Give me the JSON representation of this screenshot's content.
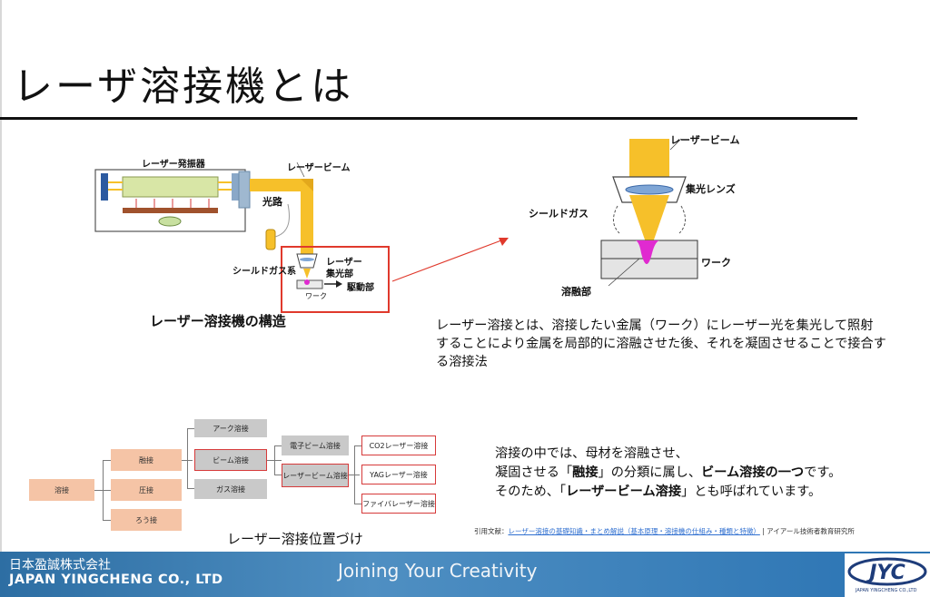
{
  "slide": {
    "title": "レーザ溶接機とは"
  },
  "structure_diagram": {
    "oscillator_label": "レーザー発振器",
    "beam_label": "レーザービーム",
    "optical_path_label": "光路",
    "gas_system_label": "シールドガス系",
    "focus_label_line1": "レーザー",
    "focus_label_line2": "集光部",
    "drive_label": "駆動部",
    "work_label": "ワーク",
    "caption": "レーザー溶接機の構造"
  },
  "focus_diagram": {
    "beam_label": "レーザービーム",
    "lens_label": "集光レンズ",
    "gas_label": "シールドガス",
    "work_label": "ワーク",
    "melt_label": "溶融部"
  },
  "description": {
    "line1": "レーザー溶接とは、溶接したい金属（ワーク）にレーザー光を集光して照射",
    "line2": "することにより金属を局部的に溶融させた後、それを凝固させることで接合す",
    "line3": "る溶接法"
  },
  "classification": {
    "root": "溶接",
    "level1": [
      "融接",
      "圧接",
      "ろう接"
    ],
    "level2": [
      "アーク溶接",
      "ビーム溶接",
      "ガス溶接"
    ],
    "level3": [
      "電子ビーム溶接",
      "レーザービーム溶接"
    ],
    "level4": [
      "CO2レーザー溶接",
      "YAGレーザー溶接",
      "ファイバレーザー溶接"
    ],
    "caption": "レーザー溶接位置づけ"
  },
  "explanation": {
    "line1": "溶接の中では、母材を溶融させ、",
    "line2_pre": "凝固させる「",
    "line2_bold1": "融接",
    "line2_mid": "」の分類に属し、",
    "line2_bold2": "ビーム溶接の一つ",
    "line2_post": "です。",
    "line3_pre": "そのため、「",
    "line3_bold": "レーザービーム溶接",
    "line3_post": "」とも呼ばれています。"
  },
  "citation": {
    "prefix": "引用文献：",
    "link_text": "レーザー溶接の基礎知識・まとめ解説（基本原理・溶接機の仕組み・種類と特徴）",
    "suffix": " | アイアール技術者教育研究所"
  },
  "footer": {
    "company_jp": "日本盈誠株式会社",
    "company_en": "JAPAN YINGCHENG CO., LTD",
    "slogan": "Joining Your Creativity",
    "logo_text": "JYC",
    "logo_sub": "JAPAN YINGCHENG CO.,LTD"
  },
  "colors": {
    "beam": "#f6c02a",
    "melt": "#e02ad0",
    "highlight_frame": "#e0392c",
    "tree_orange": "#f5c4a6",
    "tree_gray": "#c9c9c9",
    "footer_blue": "#3b7fb8",
    "logo_blue": "#1e3c7a"
  }
}
